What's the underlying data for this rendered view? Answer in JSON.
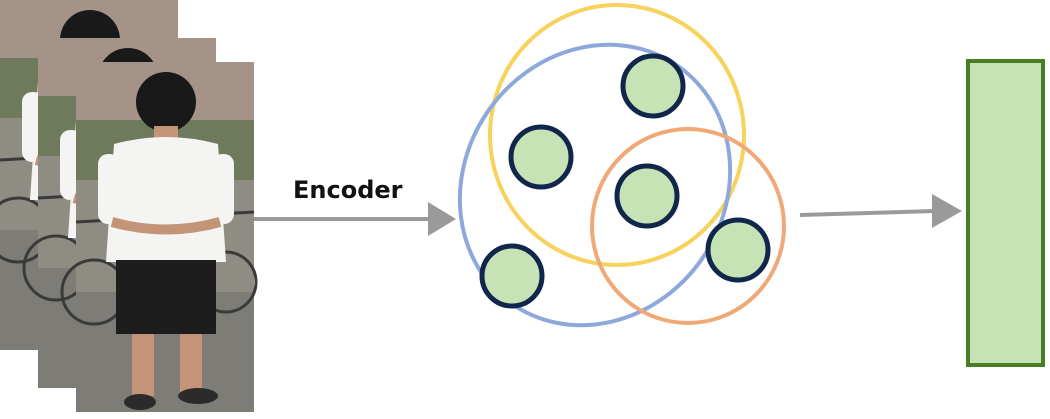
{
  "encoder_label": "Encoder",
  "colors": {
    "node_fill": "#c6e3b6",
    "node_stroke": "#10264a",
    "hyperedge_yellow": "#f7d25c",
    "hyperedge_blue": "#8ea8dc",
    "hyperedge_orange": "#f0a877",
    "arrow": "#9a9a9a",
    "feature_fill": "#c6e3b6",
    "feature_stroke": "#4a7c23",
    "shirt": "#f4f4f2",
    "shorts": "#1d1d1d",
    "skin": "#c49478",
    "hair": "#191919",
    "ground": "#7e7c76",
    "wall": "#a59387"
  },
  "frames": 3,
  "nodes": 5,
  "hyperedges": 3
}
